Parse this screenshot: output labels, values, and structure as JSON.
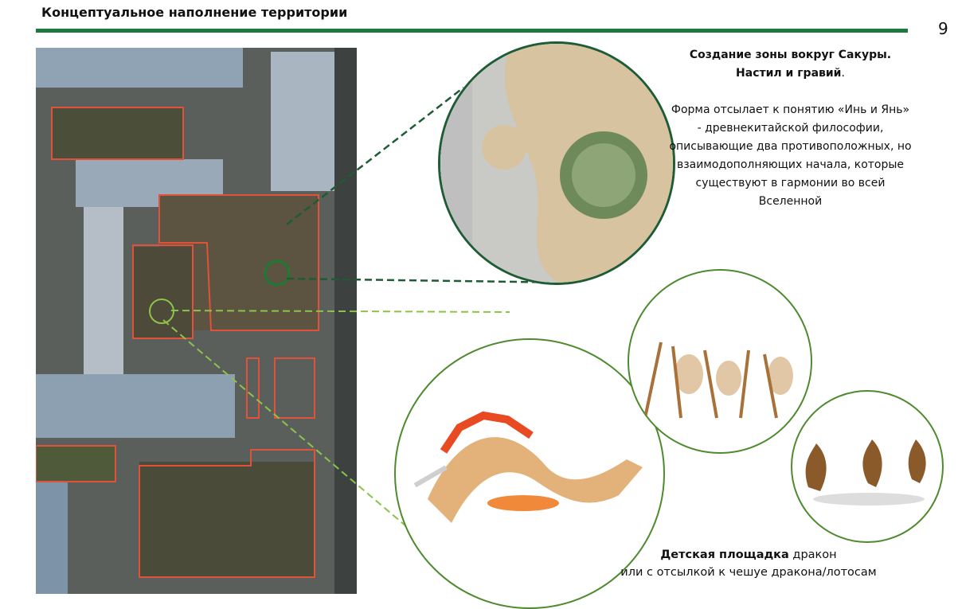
{
  "header": {
    "title": "Концептуальное наполнение территории",
    "page_number": "9",
    "accent_color": "#1e7a3c"
  },
  "sakura": {
    "heading_line1": "Создание зоны вокруг Сакуры.",
    "heading_line2": "Настил и гравий",
    "heading_end": ".",
    "description": "Форма отсылает к понятию «Инь и Янь» -  древнекитайской философии, описывающие два противоположных, но взаимодополняющих начала, которые существуют в гармонии во всей Вселенной"
  },
  "playground": {
    "heading": "Детская площадка",
    "heading_rest": " дракон",
    "line2": "или с отсылкой к чешуе дракона/лотосам"
  }
}
